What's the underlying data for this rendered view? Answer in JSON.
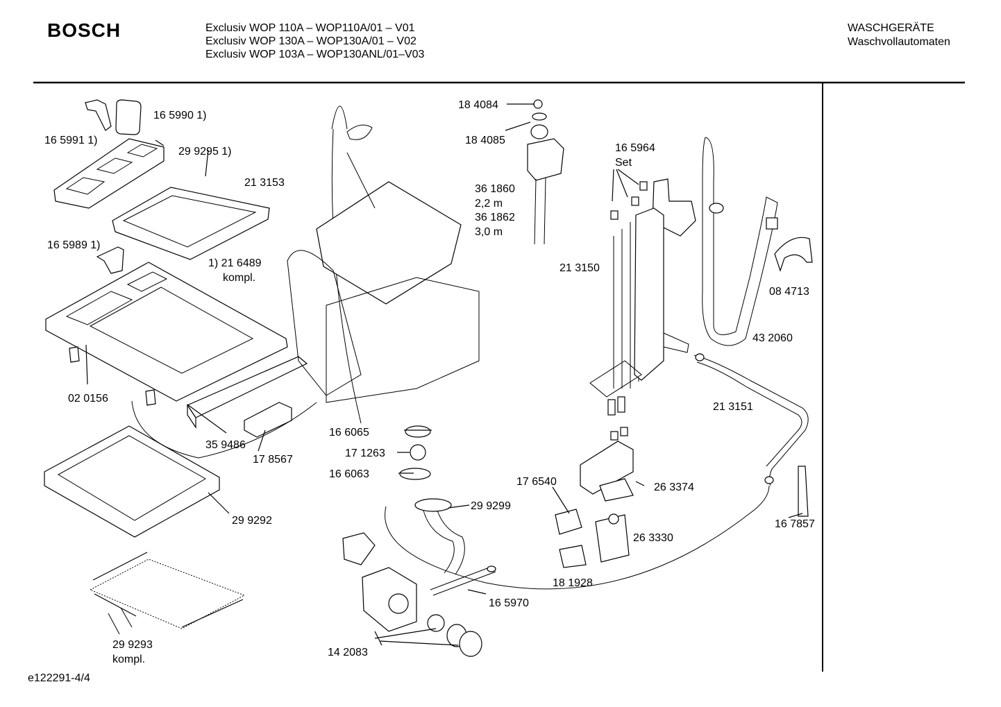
{
  "header": {
    "brand": "BOSCH",
    "models": [
      "Exclusiv WOP 110A – WOP110A/01 – V01",
      "Exclusiv WOP 130A – WOP130A/01 – V02",
      "Exclusiv WOP 103A – WOP130ANL/01–V03"
    ],
    "category_line1": "WASCHGERÄTE",
    "category_line2": "Waschvollautomaten"
  },
  "parts": [
    {
      "id": "165990",
      "lines": [
        "16 5990 1)"
      ]
    },
    {
      "id": "165991",
      "lines": [
        "16 5991 1)"
      ]
    },
    {
      "id": "299295",
      "lines": [
        "29 9295 1)"
      ]
    },
    {
      "id": "213153",
      "lines": [
        "21 3153"
      ]
    },
    {
      "id": "165989",
      "lines": [
        "16 5989 1)"
      ]
    },
    {
      "id": "216489",
      "lines": [
        "1) 21 6489",
        "kompl."
      ]
    },
    {
      "id": "020156",
      "lines": [
        "02 0156"
      ]
    },
    {
      "id": "359486",
      "lines": [
        "35 9486"
      ]
    },
    {
      "id": "178567",
      "lines": [
        "17 8567"
      ]
    },
    {
      "id": "299292",
      "lines": [
        "29 9292"
      ]
    },
    {
      "id": "299293",
      "lines": [
        "29 9293",
        "kompl."
      ]
    },
    {
      "id": "184084",
      "lines": [
        "18 4084"
      ]
    },
    {
      "id": "184085",
      "lines": [
        "18 4085"
      ]
    },
    {
      "id": "361860",
      "lines": [
        "36 1860",
        "2,2 m",
        "36 1862",
        "3,0 m"
      ]
    },
    {
      "id": "166065",
      "lines": [
        "16 6065"
      ]
    },
    {
      "id": "171263",
      "lines": [
        "17 1263"
      ]
    },
    {
      "id": "166063",
      "lines": [
        "16 6063"
      ]
    },
    {
      "id": "299299",
      "lines": [
        "29 9299"
      ]
    },
    {
      "id": "165970",
      "lines": [
        "16 5970"
      ]
    },
    {
      "id": "142083",
      "lines": [
        "14 2083"
      ]
    },
    {
      "id": "165964",
      "lines": [
        "16 5964",
        "Set"
      ]
    },
    {
      "id": "213150",
      "lines": [
        "21 3150"
      ]
    },
    {
      "id": "084713",
      "lines": [
        "08 4713"
      ]
    },
    {
      "id": "432060",
      "lines": [
        "43 2060"
      ]
    },
    {
      "id": "213151",
      "lines": [
        "21 3151"
      ]
    },
    {
      "id": "176540",
      "lines": [
        "17 6540"
      ]
    },
    {
      "id": "263374",
      "lines": [
        "26 3374"
      ]
    },
    {
      "id": "263330",
      "lines": [
        "26 3330"
      ]
    },
    {
      "id": "181928",
      "lines": [
        "18 1928"
      ]
    },
    {
      "id": "167857",
      "lines": [
        "16 7857"
      ]
    }
  ],
  "footer": {
    "code": "e122291-4/4"
  }
}
